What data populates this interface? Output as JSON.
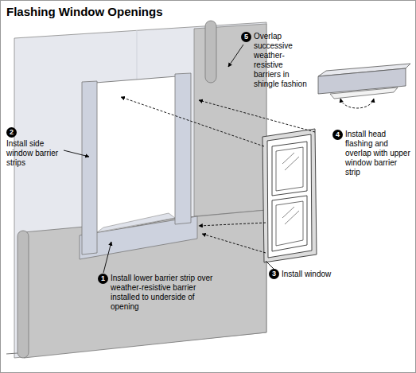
{
  "diagram": {
    "title": "Flashing Window Openings",
    "labels": [
      "5",
      "Overlap successive weather-resistive barriers in shingle fashion",
      "2",
      "Install side window barrier strips",
      "4",
      "Install head flashing and overlap with upper window barrier strip",
      "3",
      "Install window",
      "1",
      "Install lower barrier strip over weather-resistive barrier installed to underside of opening"
    ]
  }
}
